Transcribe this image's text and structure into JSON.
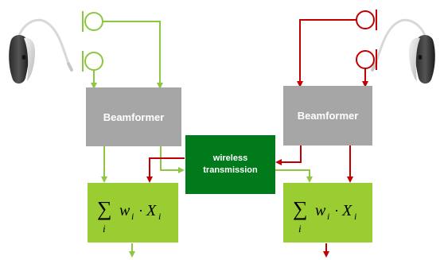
{
  "colors": {
    "left_path": "#8dc63f",
    "right_path": "#c00000",
    "block_gray": "#a6a6a6",
    "wireless_green": "#007a1a",
    "sum_green": "#9acd32"
  },
  "icons": {
    "left_hearing_aid": "hearing-aid-icon",
    "right_hearing_aid": "hearing-aid-icon",
    "microphones": "microphone-circle-icon"
  },
  "left": {
    "beamformer_label": "Beamformer",
    "sum_symbol": "∑",
    "sum_index": "i",
    "sum_expr_w": "w",
    "sum_expr_i1": "i",
    "sum_expr_dot": "·",
    "sum_expr_x": "X",
    "sum_expr_i2": "i"
  },
  "right": {
    "beamformer_label": "Beamformer",
    "sum_symbol": "∑",
    "sum_index": "i",
    "sum_expr_w": "w",
    "sum_expr_i1": "i",
    "sum_expr_dot": "·",
    "sum_expr_x": "X",
    "sum_expr_i2": "i"
  },
  "wireless": {
    "line1": "wireless",
    "line2": "transmission"
  }
}
